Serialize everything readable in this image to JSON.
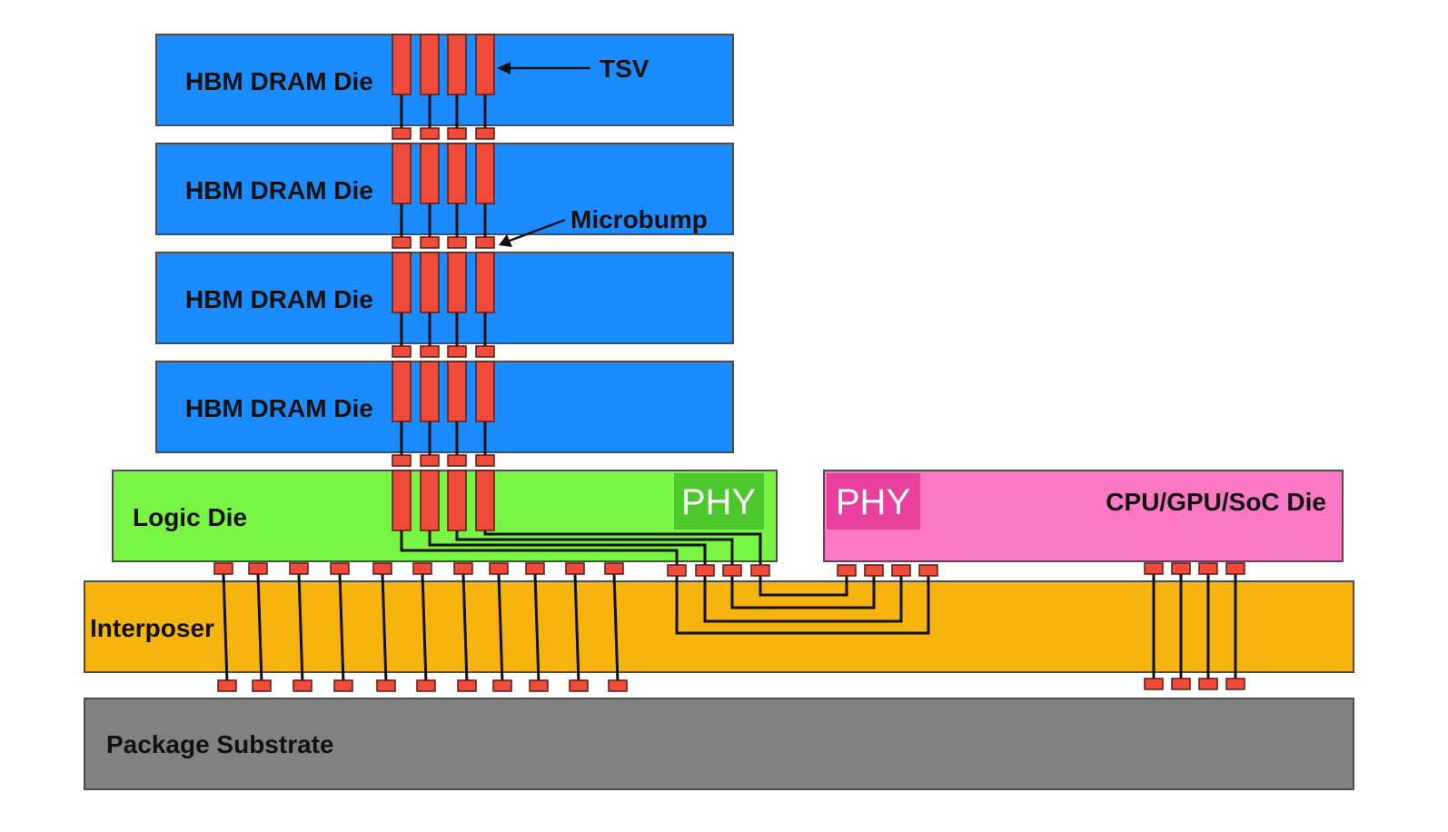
{
  "labels": {
    "hbm_dies": [
      "HBM DRAM Die",
      "HBM DRAM Die",
      "HBM DRAM Die",
      "HBM DRAM Die"
    ],
    "tsv": "TSV",
    "microbump": "Microbump",
    "logic_die": "Logic Die",
    "logic_phy": "PHY",
    "soc_phy": "PHY",
    "soc_die": "CPU/GPU/SoC Die",
    "interposer": "Interposer",
    "package_substrate": "Package Substrate"
  },
  "colors": {
    "hbm_die": "#1a8cff",
    "logic_die": "#77f542",
    "logic_phy": "#4cc72c",
    "soc_die": "#fb78c5",
    "soc_phy": "#e8409c",
    "interposer": "#f8b40e",
    "package_substrate": "#818181",
    "tsv": "#f04a3a",
    "bump": "#f04a3a",
    "wire": "#111111"
  }
}
